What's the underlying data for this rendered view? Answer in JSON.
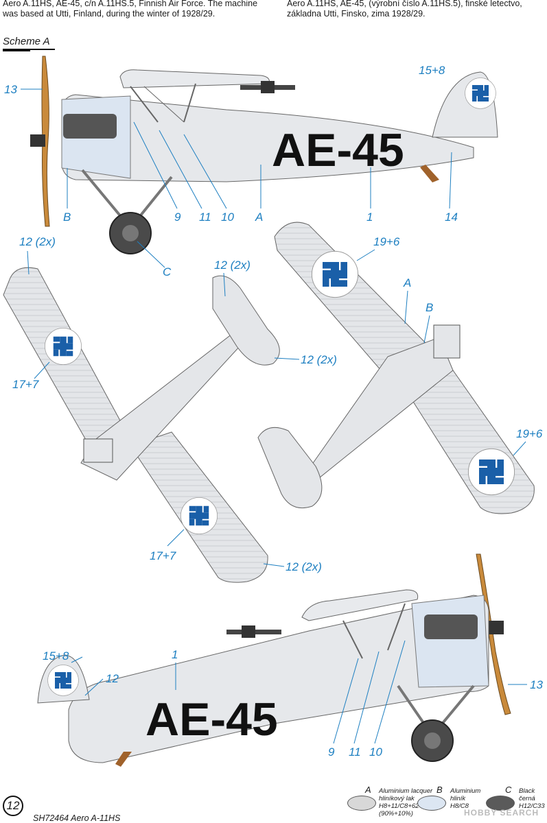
{
  "caption": {
    "english": "Aero A.11HS, AE-45, c/n A.11HS.5, Finnish Air Force. The machine was based at Utti, Finland, during the winter of 1928/29.",
    "czech": "Aero A.11HS, AE-45, (výrobní číslo A.11HS.5), finské letectvo,  základna Utti, Finsko, zima 1928/29."
  },
  "scheme_label": "Scheme A",
  "registration": "AE-45",
  "callouts": {
    "c13": "13",
    "c15_8": "15+8",
    "cB": "B",
    "c9": "9",
    "c11": "11",
    "c10": "10",
    "cA": "A",
    "c1": "1",
    "c14": "14",
    "cC": "C",
    "c12_2x_a": "12 (2x)",
    "c12_2x_b": "12 (2x)",
    "c12_2x_c": "12 (2x)",
    "c12_2x_d": "12 (2x)",
    "c17_7_a": "17+7",
    "c17_7_b": "17+7",
    "c19_6_a": "19+6",
    "c19_6_b": "19+6",
    "cA2": "A",
    "cB2": "B",
    "c15_8_b": "15+8",
    "c1_b": "1",
    "c12_b": "12",
    "c9_b": "9",
    "c11_b": "11",
    "c10_b": "10",
    "c13_b": "13"
  },
  "legend": {
    "a": {
      "key": "A",
      "line1": "Aluminium lacquer",
      "line2": "hliníkový lak",
      "line3": "H8+11/C8+62",
      "line4": "(90%+10%)",
      "color": "#d8d8d8"
    },
    "b": {
      "key": "B",
      "line1": "Aluminium",
      "line2": "hliník",
      "line3": "H8/C8",
      "color": "#dce6f2"
    },
    "c": {
      "key": "C",
      "line1": "Black",
      "line2": "černá",
      "line3": "H12/C33",
      "color": "#5a5a5a"
    }
  },
  "page_number": "12",
  "footer_title": "SH72464 Aero A-11HS",
  "watermark": "HOBBY SEARCH",
  "colors": {
    "callout": "#1d7fc1",
    "roundel": "#1a5fa8",
    "aluminium": "#e6e8eb",
    "black": "#111111"
  }
}
